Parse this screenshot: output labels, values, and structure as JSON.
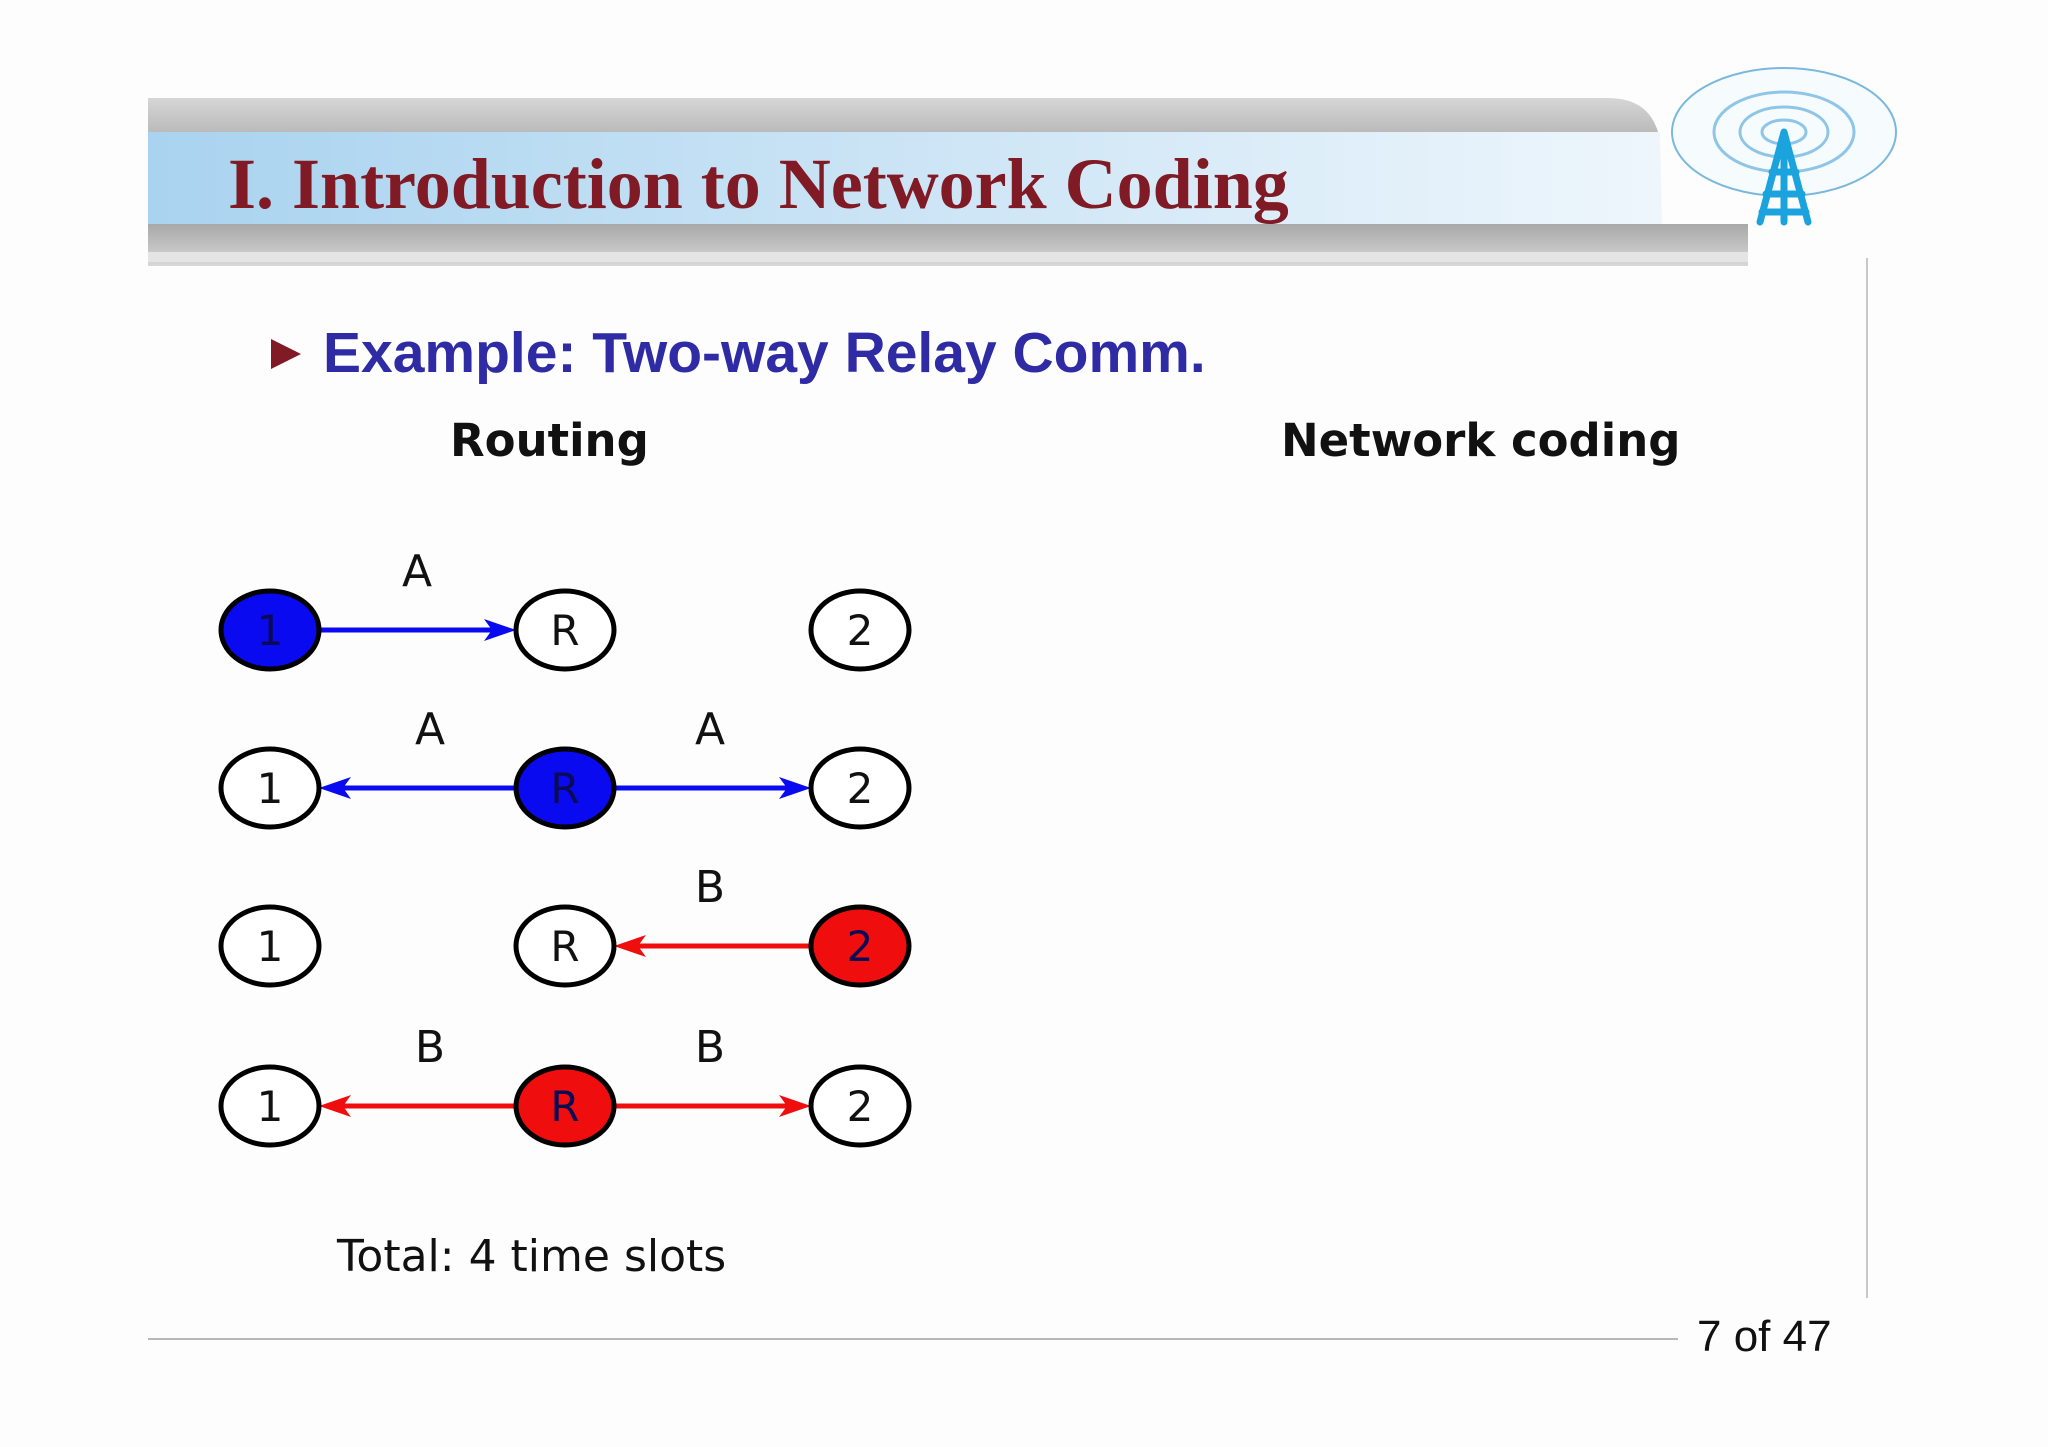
{
  "slide": {
    "title": "I. Introduction to Network Coding",
    "subtitle": "Example: Two-way Relay Comm.",
    "routing_heading": "Routing",
    "network_coding_heading": "Network coding",
    "total_label": "Total: 4 time slots",
    "page_number": "7 of 47"
  },
  "colors": {
    "title": "#801b25",
    "subtitle": "#2e2ba5",
    "blue": "#0a0af0",
    "red": "#f00d0d"
  },
  "diagram": {
    "node_labels": {
      "left": "1",
      "relay": "R",
      "right": "2"
    },
    "rows": [
      {
        "fills": {
          "left": "blue",
          "relay": "white",
          "right": "white"
        },
        "edges": [
          {
            "from": "left",
            "to": "relay",
            "label": "A",
            "color": "blue"
          }
        ]
      },
      {
        "fills": {
          "left": "white",
          "relay": "blue",
          "right": "white"
        },
        "edges": [
          {
            "from": "relay",
            "to": "left",
            "label": "A",
            "color": "blue"
          },
          {
            "from": "relay",
            "to": "right",
            "label": "A",
            "color": "blue"
          }
        ]
      },
      {
        "fills": {
          "left": "white",
          "relay": "white",
          "right": "red"
        },
        "edges": [
          {
            "from": "right",
            "to": "relay",
            "label": "B",
            "color": "red"
          }
        ]
      },
      {
        "fills": {
          "left": "white",
          "relay": "red",
          "right": "white"
        },
        "edges": [
          {
            "from": "relay",
            "to": "left",
            "label": "B",
            "color": "red"
          },
          {
            "from": "relay",
            "to": "right",
            "label": "B",
            "color": "red"
          }
        ]
      }
    ]
  }
}
